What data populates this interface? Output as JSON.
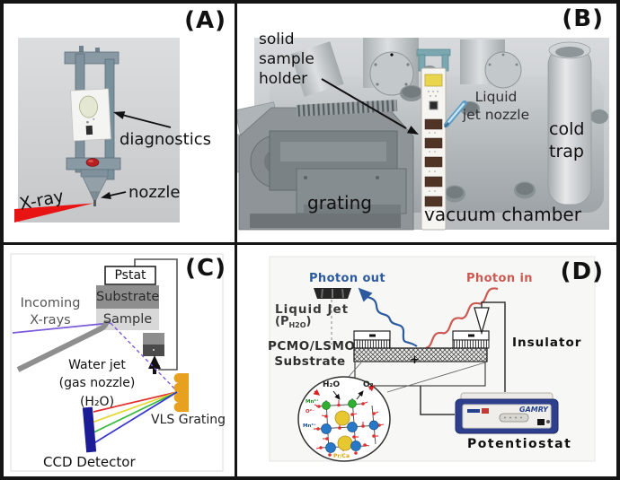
{
  "figure": {
    "panel_a": {
      "label": "(A)",
      "diagnostics_label": "diagnostics",
      "nozzle_label": "nozzle",
      "xray_label": "X-ray"
    },
    "panel_b": {
      "label": "(B)",
      "solid_sample_holder_label": "solid\nsample\nholder",
      "liquid_jet_nozzle_label": "Liquid\njet nozzle",
      "cold_trap_label": "cold\ntrap",
      "grating_label": "grating",
      "vacuum_chamber_label": "vacuum chamber"
    },
    "panel_c": {
      "label": "(C)",
      "pstat_label": "Pstat",
      "substrate_label": "Substrate",
      "sample_label": "Sample",
      "incoming_xrays_label": "Incoming\nX-rays",
      "water_jet_label": "Water jet\n(gas nozzle)\n(H₂O)",
      "vls_grating_label": "VLS Grating",
      "ccd_detector_label": "CCD Detector"
    },
    "panel_d": {
      "label": "(D)",
      "photon_out_label": "Photon out",
      "photon_in_label": "Photon in",
      "liquid_jet_label": "Liquid Jet",
      "liquid_jet_sub": {
        "open": "(P",
        "sub": "H2O",
        "close": ")"
      },
      "substrate_label": "PCMO/LSMO\nSubstrate",
      "insulator_label": "Insulator",
      "plus_sign": "+",
      "potentiostat_label": "Potentiostat",
      "gamry_logo": "GAMRY",
      "inset": {
        "h2o_label": "H₂O",
        "o2_label": "O₂",
        "mn4_label": "Mn⁴⁺",
        "o_label": "O²⁻",
        "mn3_label": "Mn³⁺",
        "prca_label": "Pr/Ca"
      }
    },
    "colors": {
      "xray_beam": "#e81313",
      "photon_out": "#2b5b9e",
      "photon_in": "#cd5a52",
      "incoming_xray_line": "#7c5cdb",
      "vls_grating": "#e8a11e",
      "ccd_detector": "#1c1c96",
      "water_jet": "#8f8f8f",
      "liquid_jet_rod": "#8ec6e8",
      "sample_yellow": "#e9d54e",
      "holder_teal": "#7aa7b0",
      "potentiostat_blue": "#2e3f8e",
      "ray_red": "#e03030",
      "ray_yellow": "#e6d830",
      "ray_green": "#37b83c",
      "ray_blue": "#3535cf"
    }
  }
}
